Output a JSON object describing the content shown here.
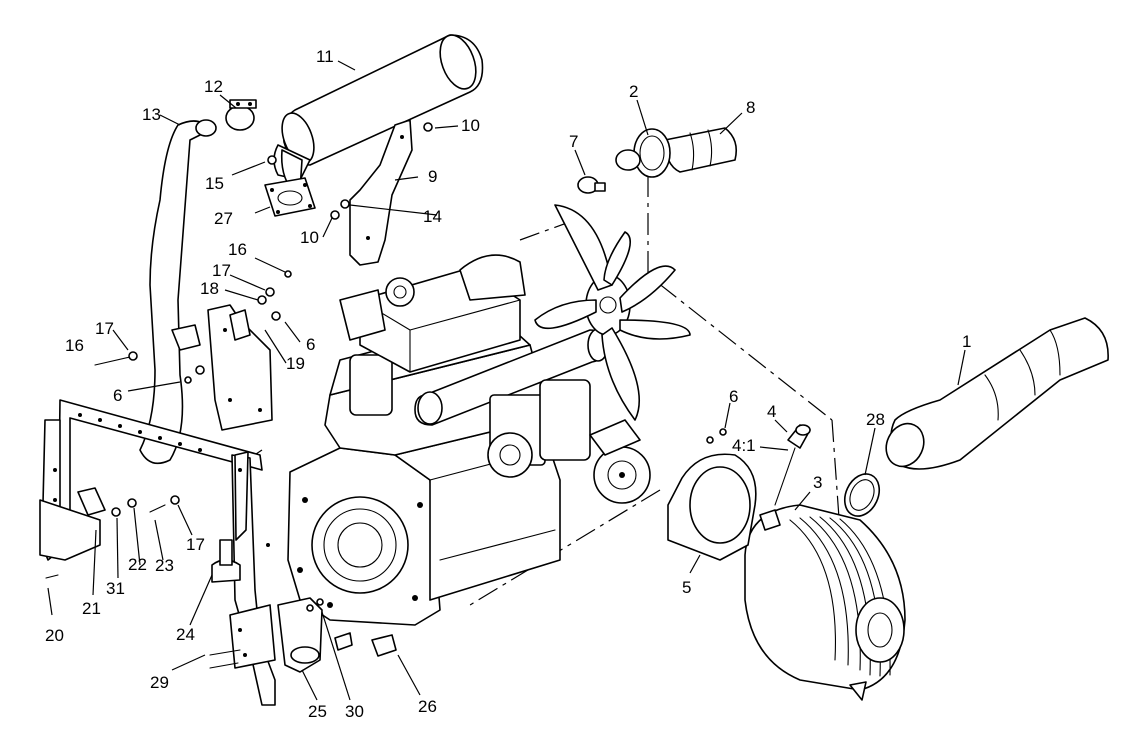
{
  "diagram": {
    "callouts": [
      {
        "id": "c1",
        "text": "1"
      },
      {
        "id": "c2",
        "text": "2"
      },
      {
        "id": "c3",
        "text": "3"
      },
      {
        "id": "c4",
        "text": "4"
      },
      {
        "id": "c4_1",
        "text": "4:1"
      },
      {
        "id": "c5",
        "text": "5"
      },
      {
        "id": "c6a",
        "text": "6"
      },
      {
        "id": "c6b",
        "text": "6"
      },
      {
        "id": "c6c",
        "text": "6"
      },
      {
        "id": "c7",
        "text": "7"
      },
      {
        "id": "c8",
        "text": "8"
      },
      {
        "id": "c9",
        "text": "9"
      },
      {
        "id": "c10a",
        "text": "10"
      },
      {
        "id": "c10b",
        "text": "10"
      },
      {
        "id": "c11",
        "text": "11"
      },
      {
        "id": "c12",
        "text": "12"
      },
      {
        "id": "c13",
        "text": "13"
      },
      {
        "id": "c14",
        "text": "14"
      },
      {
        "id": "c15",
        "text": "15"
      },
      {
        "id": "c16a",
        "text": "16"
      },
      {
        "id": "c16b",
        "text": "16"
      },
      {
        "id": "c17a",
        "text": "17"
      },
      {
        "id": "c17b",
        "text": "17"
      },
      {
        "id": "c17c",
        "text": "17"
      },
      {
        "id": "c18",
        "text": "18"
      },
      {
        "id": "c19",
        "text": "19"
      },
      {
        "id": "c20",
        "text": "20"
      },
      {
        "id": "c21",
        "text": "21"
      },
      {
        "id": "c22",
        "text": "22"
      },
      {
        "id": "c23",
        "text": "23"
      },
      {
        "id": "c24",
        "text": "24"
      },
      {
        "id": "c25",
        "text": "25"
      },
      {
        "id": "c26",
        "text": "26"
      },
      {
        "id": "c27",
        "text": "27"
      },
      {
        "id": "c28",
        "text": "28"
      },
      {
        "id": "c29",
        "text": "29"
      },
      {
        "id": "c30",
        "text": "30"
      },
      {
        "id": "c31",
        "text": "31"
      }
    ]
  }
}
